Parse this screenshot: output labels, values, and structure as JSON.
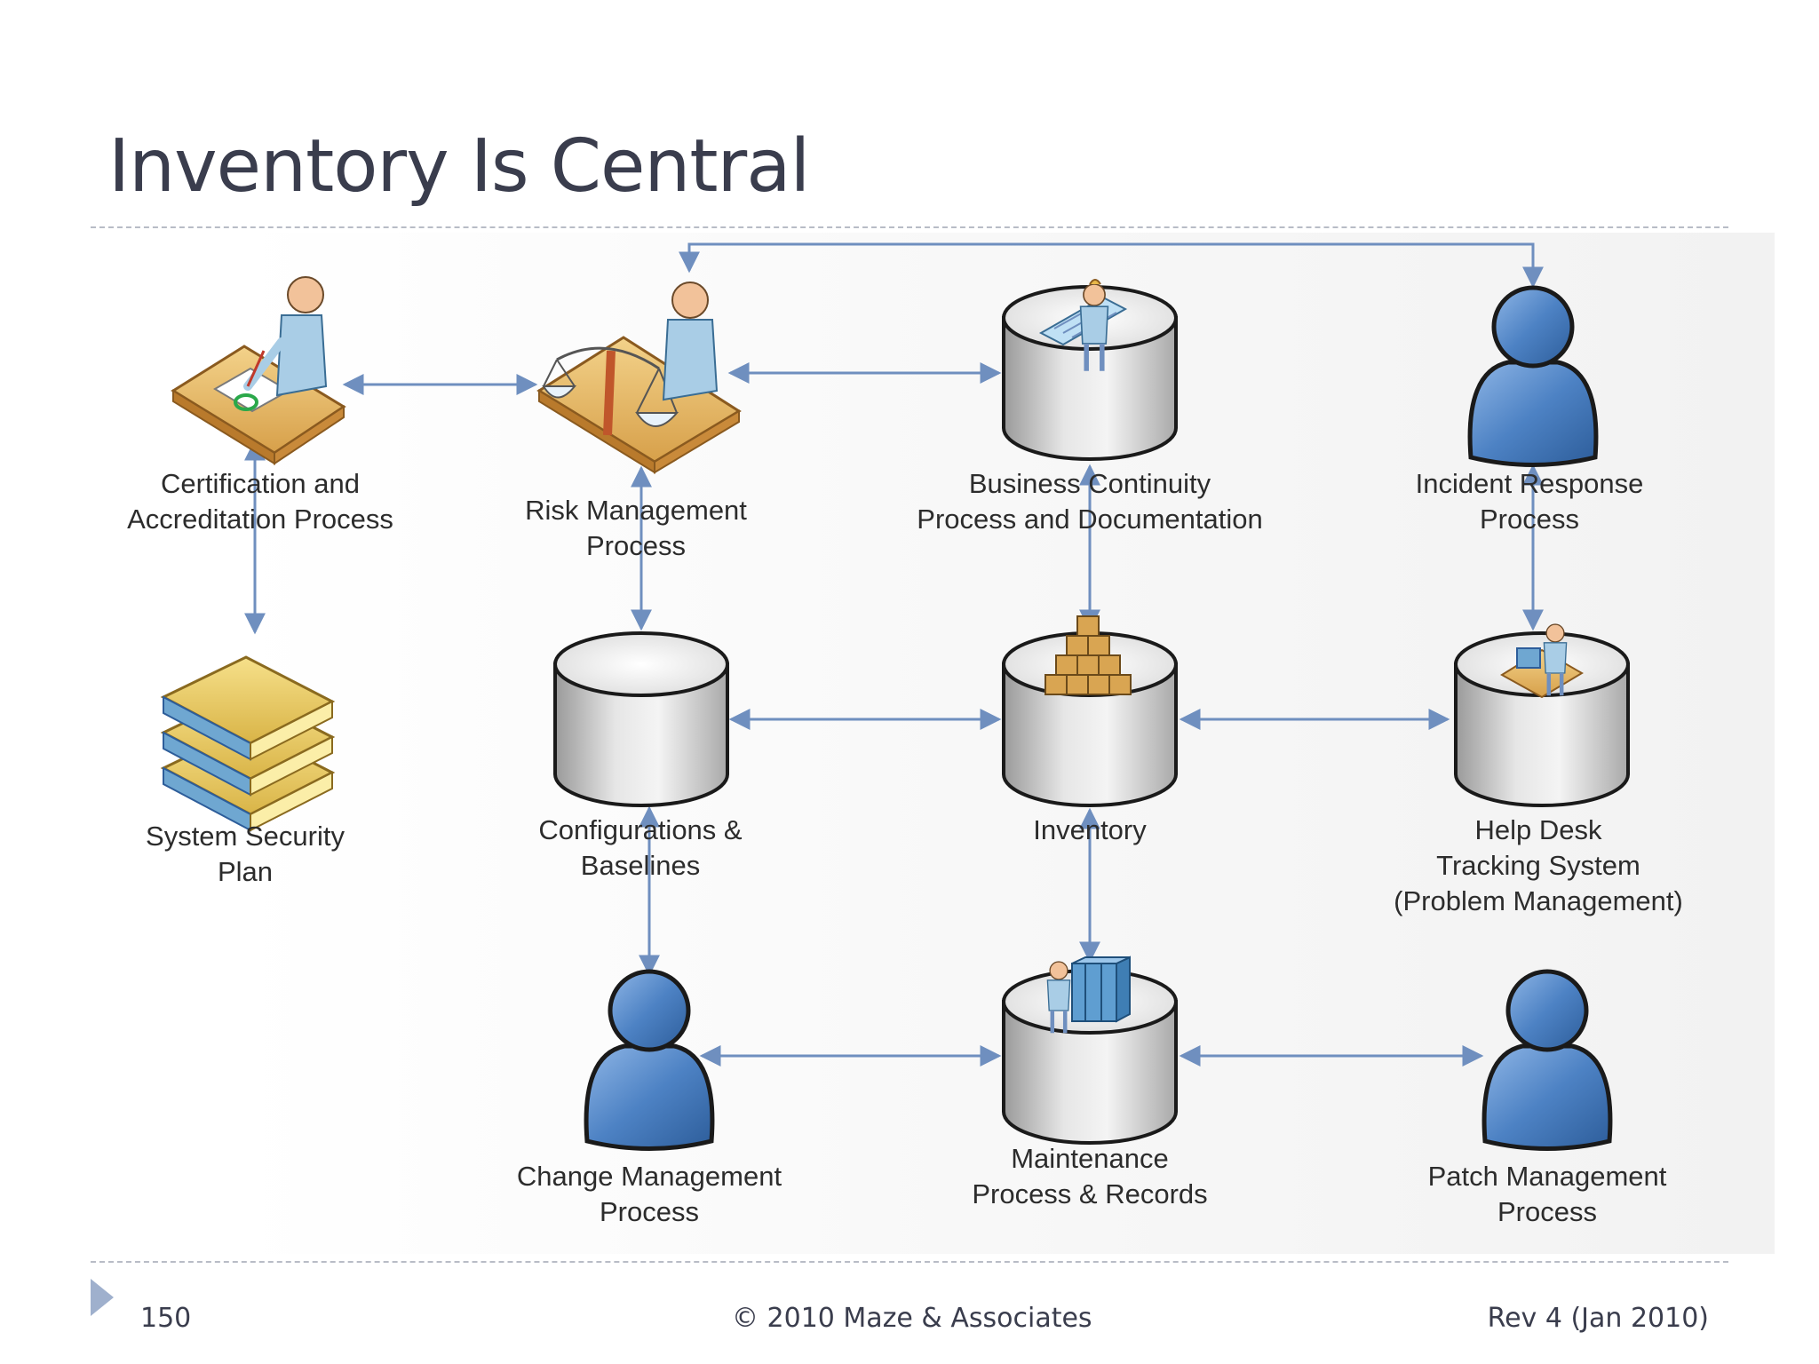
{
  "slide": {
    "title": "Inventory Is Central"
  },
  "nodes": {
    "certification": {
      "label": "Certification and\nAccreditation Process",
      "icon": "person-at-desk-signing-icon"
    },
    "risk": {
      "label": "Risk Management\nProcess",
      "icon": "person-with-scales-icon"
    },
    "continuity": {
      "label": "Business Continuity\nProcess and Documentation",
      "icon": "database-with-planner-icon"
    },
    "incident": {
      "label": "Incident Response\nProcess",
      "icon": "person-icon"
    },
    "ssp": {
      "label": "System Security\nPlan",
      "icon": "book-stack-icon"
    },
    "config": {
      "label": "Configurations &\nBaselines",
      "icon": "database-icon"
    },
    "inventory": {
      "label": "Inventory",
      "icon": "database-with-boxes-icon"
    },
    "helpdesk": {
      "label": "Help Desk\nTracking System\n(Problem Management)",
      "icon": "database-with-helpdesk-icon"
    },
    "change": {
      "label": "Change Management\nProcess",
      "icon": "person-icon"
    },
    "maintenance": {
      "label": "Maintenance\nProcess & Records",
      "icon": "database-with-server-icon"
    },
    "patch": {
      "label": "Patch Management\nProcess",
      "icon": "person-icon"
    }
  },
  "footer": {
    "page_number": "150",
    "copyright": "© 2010 Maze & Associates",
    "revision": "Rev 4 (Jan 2010)"
  },
  "colors": {
    "title": "#3a3d4d",
    "connector": "#6f8fbf",
    "person_blue": "#4d82c4",
    "cylinder": "#d8d8d8",
    "rule": "#b8bcc6"
  }
}
